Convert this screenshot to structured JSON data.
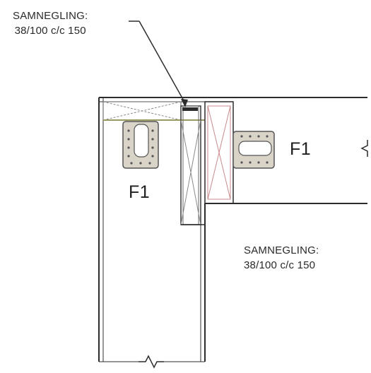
{
  "annotations": {
    "top_note": {
      "line1": "SAMNEGLING:",
      "line2": "38/100 c/c 150"
    },
    "right_note": {
      "line1": "SAMNEGLING:",
      "line2": "38/100 c/c 150"
    }
  },
  "hangers": {
    "left_label": "F1",
    "right_label": "F1"
  },
  "colors": {
    "line": "#2c2c2c",
    "cross_hatch": "#8a8a8a",
    "cross_pink": "#c98a8a",
    "plate_fill": "#d9d3c8",
    "plate_edge": "#555555",
    "beam_top_olive": "#9a9a60"
  }
}
